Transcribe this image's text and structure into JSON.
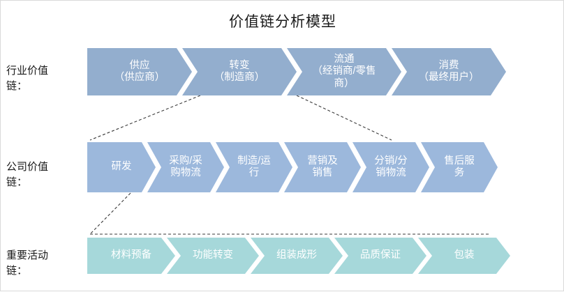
{
  "title": "价值链分析模型",
  "rows": [
    {
      "label": "行业价值链：",
      "label_lines": [
        "行业价值",
        "链："
      ],
      "color": "#93aece",
      "items": [
        {
          "lines": [
            "供应",
            "（供应商）"
          ],
          "width": 150
        },
        {
          "lines": [
            "转变",
            "（制造商）"
          ],
          "width": 150
        },
        {
          "lines": [
            "流通",
            "（经销商/零售",
            "商）"
          ],
          "width": 150
        },
        {
          "lines": [
            "消费",
            "（最终用户）"
          ],
          "width": 150
        }
      ]
    },
    {
      "label": "公司价值链：",
      "label_lines": [
        "公司价值",
        "链："
      ],
      "color": "#9cb8dc",
      "items": [
        {
          "lines": [
            "研发"
          ],
          "width": 100
        },
        {
          "lines": [
            "采购/采",
            "购物流"
          ],
          "width": 110
        },
        {
          "lines": [
            "制造/运",
            "行"
          ],
          "width": 110
        },
        {
          "lines": [
            "营销及",
            "销售"
          ],
          "width": 110
        },
        {
          "lines": [
            "分销/分",
            "销物流"
          ],
          "width": 110
        },
        {
          "lines": [
            "售后服",
            "务"
          ],
          "width": 110
        }
      ]
    },
    {
      "label": "重要活动链：",
      "label_lines": [
        "重要活动",
        "链："
      ],
      "color": "#a6d8da",
      "items": [
        {
          "lines": [
            "材料预备"
          ],
          "width": 130
        },
        {
          "lines": [
            "功能转变"
          ],
          "width": 130
        },
        {
          "lines": [
            "组装成形"
          ],
          "width": 130
        },
        {
          "lines": [
            "品质保证"
          ],
          "width": 130
        },
        {
          "lines": [
            "包装"
          ],
          "width": 130
        }
      ]
    }
  ],
  "connectors": {
    "color": "#3a3a3a",
    "dash": "4 3"
  }
}
